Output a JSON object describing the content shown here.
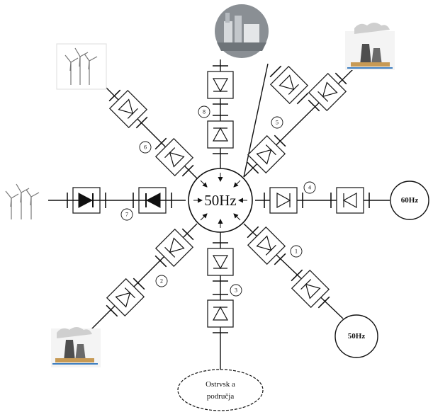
{
  "hub": {
    "label": "50Hz"
  },
  "nodes": {
    "east": {
      "label": "60Hz"
    },
    "south_east": {
      "label": "50Hz"
    },
    "south": {
      "line1": "Ostrvsk a",
      "line2": "područja"
    },
    "north": {
      "icon": "power-plant-photo"
    },
    "north_east": {
      "icon": "thermal-power-plant-icon"
    },
    "north_west": {
      "icon": "wind-turbines-icon"
    },
    "west": {
      "icon": "wind-turbines-icon"
    },
    "south_west": {
      "icon": "thermal-power-plant-icon"
    }
  },
  "branch_numbers": [
    "1",
    "2",
    "3",
    "4",
    "5",
    "6",
    "7",
    "8"
  ],
  "colors": {
    "line": "#111111",
    "box_border": "#222222",
    "photo": "#8a8f94"
  }
}
